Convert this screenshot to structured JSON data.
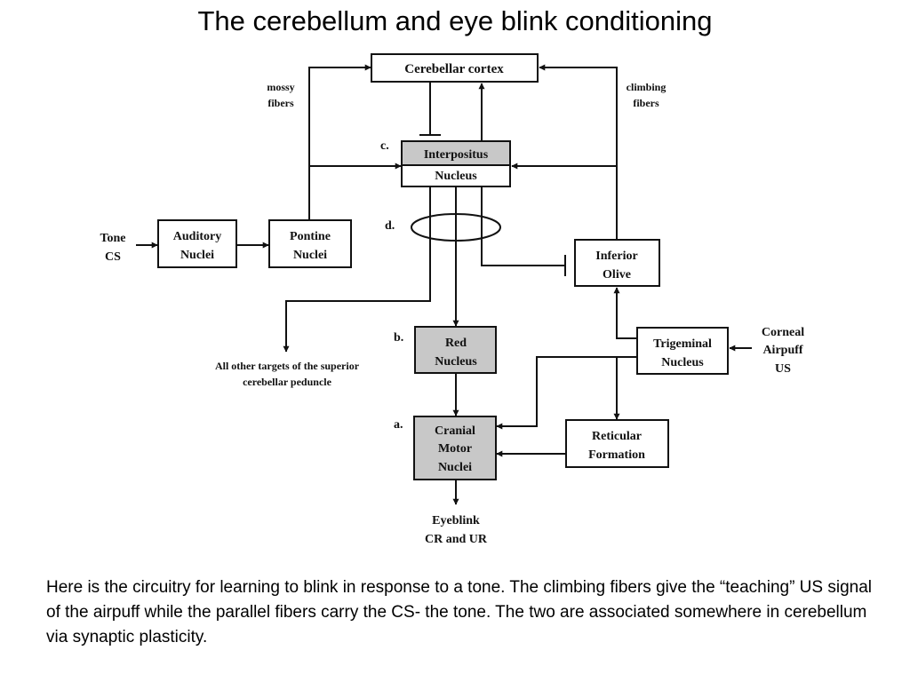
{
  "title": "The cerebellum and eye blink conditioning",
  "diagram": {
    "nodes": {
      "cerebellar_cortex": "Cerebellar cortex",
      "interpositus_top": "Interpositus",
      "interpositus_bottom": "Nucleus",
      "auditory_1": "Auditory",
      "auditory_2": "Nuclei",
      "pontine_1": "Pontine",
      "pontine_2": "Nuclei",
      "inferior_olive_1": "Inferior",
      "inferior_olive_2": "Olive",
      "red_nucleus_1": "Red",
      "red_nucleus_2": "Nucleus",
      "trigeminal_1": "Trigeminal",
      "trigeminal_2": "Nucleus",
      "cranial_1": "Cranial",
      "cranial_2": "Motor",
      "cranial_3": "Nuclei",
      "reticular_1": "Reticular",
      "reticular_2": "Formation"
    },
    "labels": {
      "tone_1": "Tone",
      "tone_2": "CS",
      "mossy_1": "mossy",
      "mossy_2": "fibers",
      "climbing_1": "climbing",
      "climbing_2": "fibers",
      "corneal_1": "Corneal",
      "corneal_2": "Airpuff",
      "corneal_3": "US",
      "other_targets_1": "All other targets of the superior",
      "other_targets_2": "cerebellar peduncle",
      "eyeblink_1": "Eyeblink",
      "eyeblink_2": "CR and UR",
      "marker_a": "a.",
      "marker_b": "b.",
      "marker_c": "c.",
      "marker_d": "d."
    }
  },
  "caption": "Here is the circuitry for learning to blink in response to a tone. The climbing fibers give the “teaching” US signal of the airpuff while the parallel fibers carry the CS- the tone. The two are associated somewhere in cerebellum via synaptic plasticity."
}
